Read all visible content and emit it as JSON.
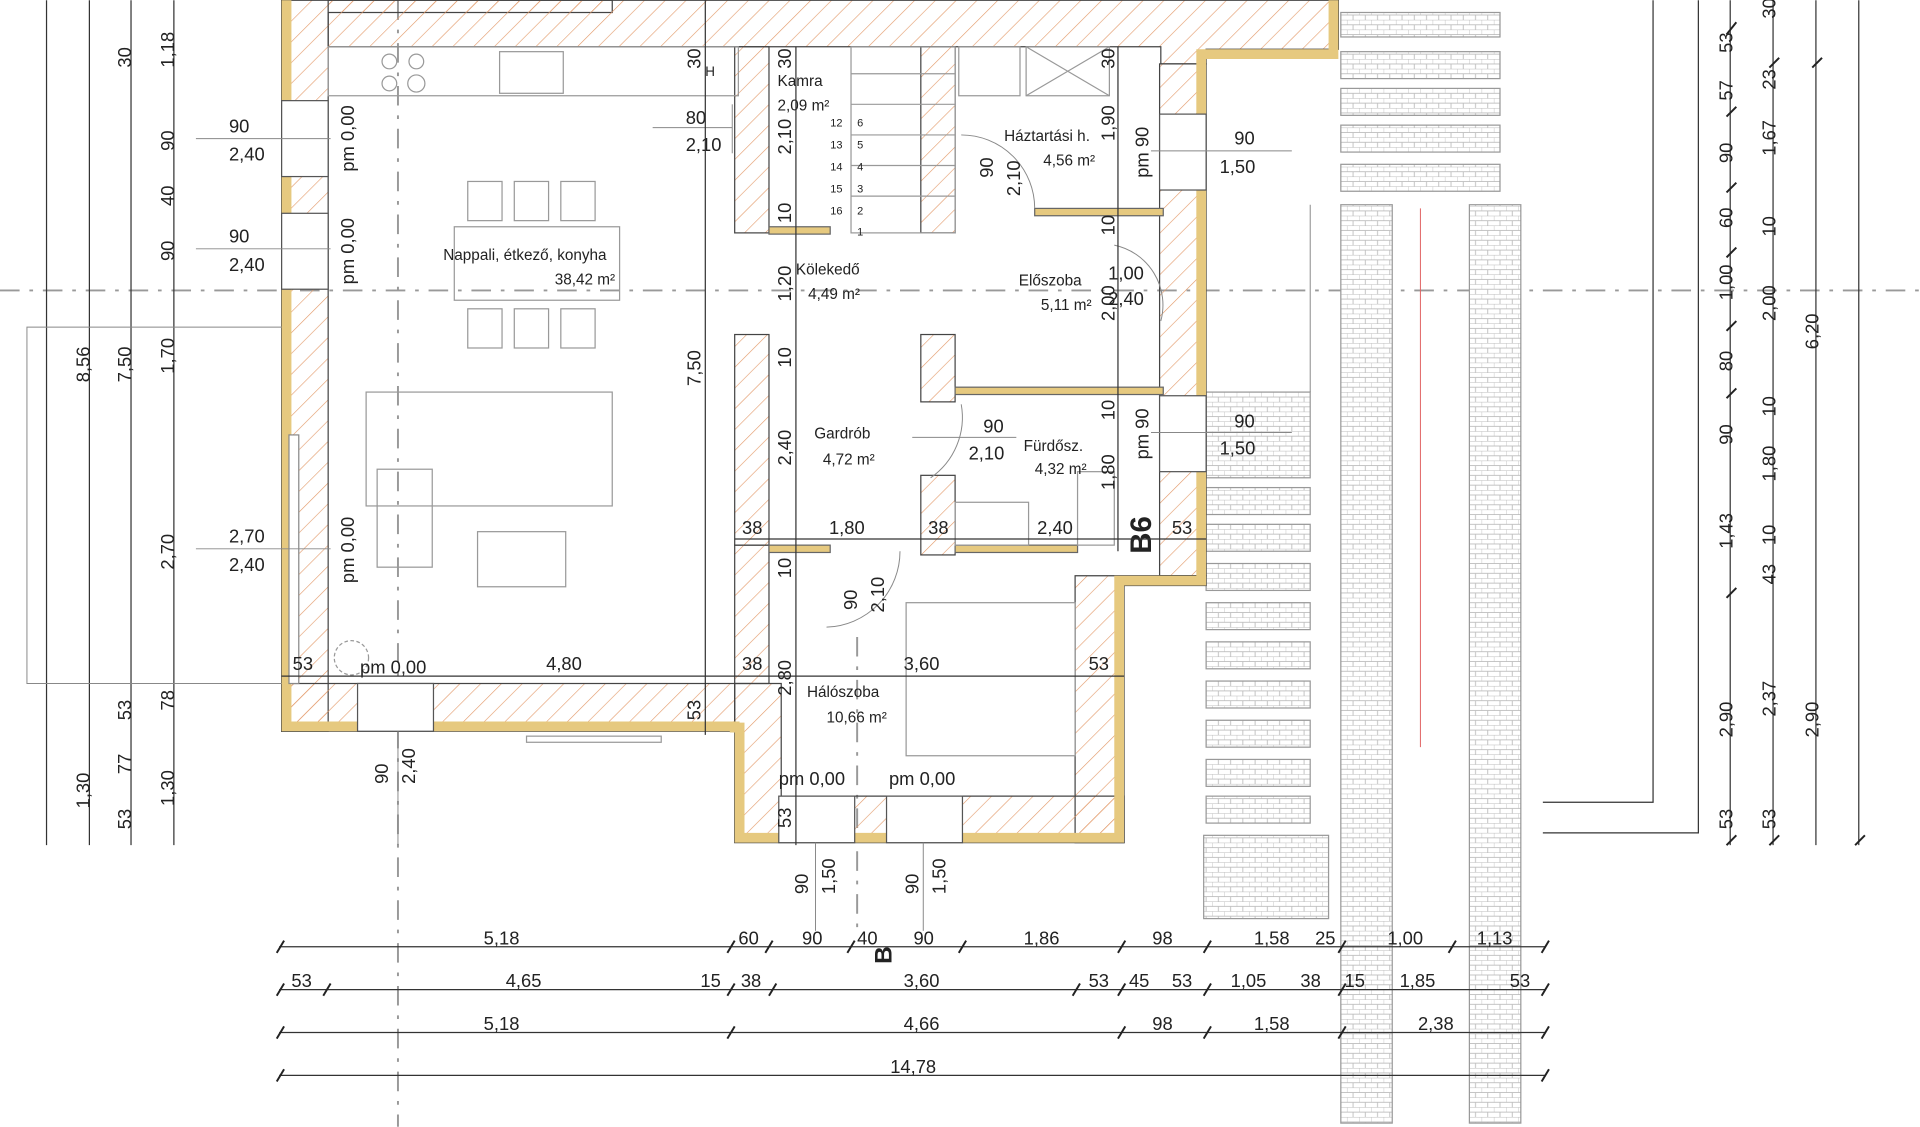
{
  "rooms": [
    {
      "name": "Nappali, étkező, konyha",
      "area": "38,42 m²"
    },
    {
      "name": "Kamra",
      "area": "2,09 m²"
    },
    {
      "name": "Kölekedő",
      "area": "4,49 m²"
    },
    {
      "name": "Háztartási h.",
      "area": "4,56 m²"
    },
    {
      "name": "Előszoba",
      "area": "5,11 m²"
    },
    {
      "name": "Gardrób",
      "area": "4,72 m²"
    },
    {
      "name": "Fürdősz.",
      "area": "4,32 m²"
    },
    {
      "name": "Hálószoba",
      "area": "10,66 m²"
    }
  ],
  "openings": {
    "w1": [
      "90",
      "2,40"
    ],
    "w2": [
      "90",
      "2,40"
    ],
    "w3": [
      "2,70",
      "2,40"
    ],
    "w4": [
      "90",
      "2,40"
    ],
    "d_kamra": [
      "80",
      "2,10"
    ],
    "w_haz": [
      "90",
      "1,50"
    ],
    "w_furdo": [
      "90",
      "1,50"
    ],
    "d_furdo": [
      "90",
      "2,10"
    ],
    "d_haz": [
      "90",
      "2,10"
    ],
    "d_halo": [
      "90",
      "2,10"
    ],
    "d_elo": [
      "1,00",
      "2,40"
    ],
    "w_halo1": [
      "90",
      "1,50"
    ],
    "w_halo2": [
      "90",
      "1,50"
    ]
  },
  "levels": {
    "pm": "pm 0,00",
    "pm90": "pm 90"
  },
  "section_mark": "B6",
  "section_mark2": "B",
  "stair_steps": [
    "1",
    "2",
    "3",
    "4",
    "5",
    "6",
    "12",
    "13",
    "14",
    "15",
    "16"
  ],
  "inner_dims": {
    "k30a": "30",
    "k30b": "30",
    "k30c": "30",
    "k10a": "10",
    "k210": "2,10",
    "k120": "1,20",
    "k750": "7,50",
    "g10": "10",
    "g240": "2,40",
    "h190": "1,90",
    "h10": "10",
    "e200": "2,00",
    "f10": "10",
    "f180": "1,80",
    "r38a": "38",
    "r180": "1,80",
    "r38b": "38",
    "r240": "2,40",
    "r53": "53",
    "l53": "53",
    "l480": "4,80",
    "l38": "38",
    "l360": "3,60",
    "l53b": "53",
    "b10": "10",
    "b280": "2,80",
    "b53": "53",
    "c53": "53",
    "bh": "H"
  },
  "bottom_dims": {
    "row1": [
      "5,18",
      "60",
      "90",
      "40",
      "90",
      "1,86",
      "98",
      "1,58",
      "25",
      "1,00",
      "1,13"
    ],
    "row2": [
      "53",
      "4,65",
      "15",
      "38",
      "3,60",
      "53",
      "45",
      "53",
      "1,05",
      "38",
      "15",
      "1,85",
      "53"
    ],
    "row3": [
      "5,18",
      "4,66",
      "98",
      "1,58",
      "2,38"
    ],
    "row4": [
      "14,78"
    ]
  },
  "left_dims": {
    "col1": [
      "8,56",
      "1,30"
    ],
    "col2": [
      "30",
      "7,50",
      "53",
      "77",
      "53"
    ],
    "col3": [
      "1,18",
      "90",
      "40",
      "90",
      "1,70",
      "2,70",
      "78",
      "1,30"
    ]
  },
  "right_dims": {
    "col1": [
      "53",
      "57",
      "90",
      "60",
      "1,00",
      "80",
      "90",
      "1,43",
      "2,90",
      "53"
    ],
    "col2": [
      "30",
      "23",
      "1,67",
      "10",
      "2,00",
      "10",
      "1,80",
      "10",
      "43",
      "2,37",
      "53"
    ],
    "col3": [
      "6,20",
      "2,90"
    ]
  },
  "colors": {
    "insulation": "#e6c97f",
    "hatch": "#e39a6a",
    "axis": "#999999",
    "red_line": "#e06060"
  }
}
